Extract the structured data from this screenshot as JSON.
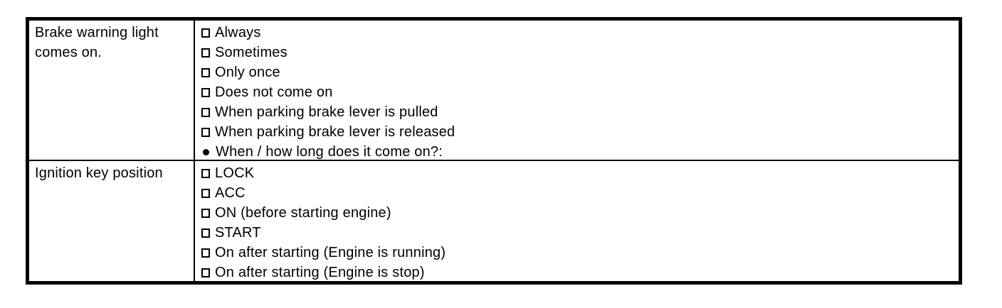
{
  "page": {
    "background_color": "#ffffff",
    "line_color": "#000000",
    "text_color": "#000000"
  },
  "table": {
    "rows": [
      {
        "label": "Brake warning light comes on.",
        "options": [
          {
            "marker": "checkbox",
            "text": "Always"
          },
          {
            "marker": "checkbox",
            "text": "Sometimes"
          },
          {
            "marker": "checkbox",
            "text": "Only once"
          },
          {
            "marker": "checkbox",
            "text": "Does not come on"
          },
          {
            "marker": "checkbox",
            "text": "When parking brake lever is pulled"
          },
          {
            "marker": "checkbox",
            "text": "When parking brake lever is released"
          },
          {
            "marker": "bullet",
            "text": "When / how long does it come on?:"
          }
        ]
      },
      {
        "label": "Ignition key position",
        "options": [
          {
            "marker": "checkbox",
            "text": "LOCK"
          },
          {
            "marker": "checkbox",
            "text": "ACC"
          },
          {
            "marker": "checkbox",
            "text": "ON (before starting engine)"
          },
          {
            "marker": "checkbox",
            "text": "START"
          },
          {
            "marker": "checkbox",
            "text": "On after starting (Engine is running)"
          },
          {
            "marker": "checkbox",
            "text": "On after starting (Engine is stop)"
          }
        ]
      }
    ]
  }
}
